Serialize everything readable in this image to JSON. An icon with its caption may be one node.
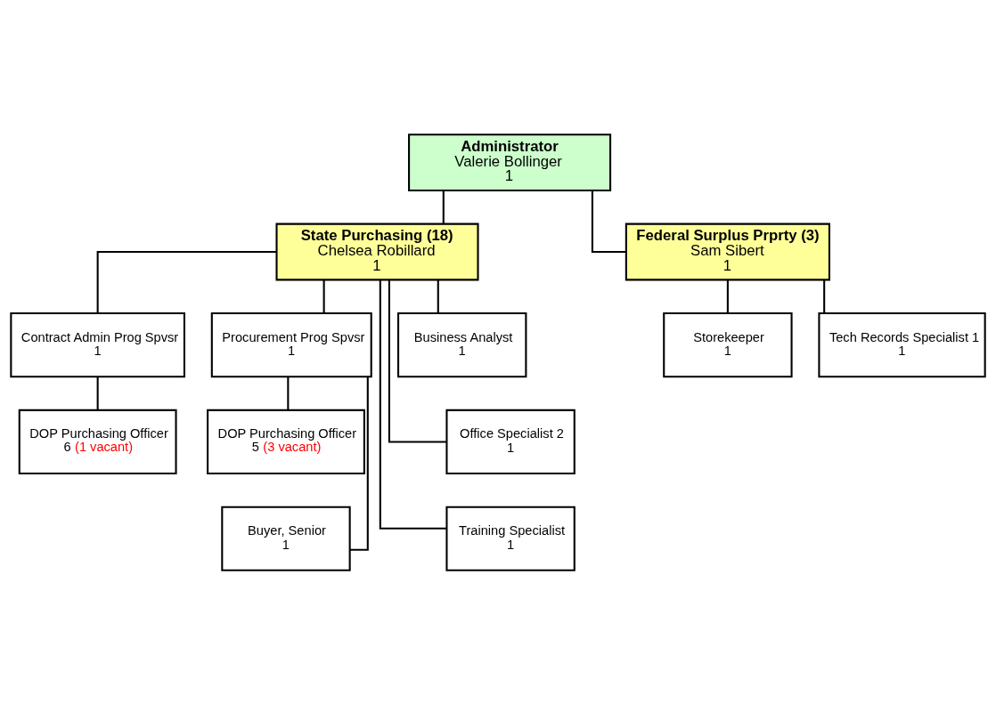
{
  "diagram": {
    "nodes": [
      {
        "text": [
          "Administrator",
          "Valerie Bollinger",
          "1"
        ]
      },
      {
        "text": [
          "State Purchasing (18)",
          "Chelsea Robillard",
          "1"
        ]
      },
      {
        "text": [
          "Federal Surplus Prprty (3)",
          "Sam Sibert",
          "1"
        ]
      },
      {
        "text": [
          "Contract Admin Prog Spvsr",
          "1"
        ]
      },
      {
        "text": [
          "Procurement Prog Spvsr",
          "1"
        ]
      },
      {
        "text": [
          "Business Analyst",
          "1"
        ]
      },
      {
        "text": [
          "Storekeeper",
          "1"
        ]
      },
      {
        "text": [
          "Tech Records Specialist 1",
          "1"
        ]
      },
      {
        "text": [
          "DOP Purchasing Officer",
          "6",
          "(1 vacant)"
        ]
      },
      {
        "text": [
          "DOP Purchasing Officer",
          "5",
          "(3 vacant)"
        ]
      },
      {
        "text": [
          "Office Specialist 2",
          "1"
        ]
      },
      {
        "text": [
          "Buyer, Senior",
          "1"
        ]
      },
      {
        "text": [
          "Training Specialist",
          "1"
        ]
      }
    ],
    "edges": [
      {
        "from": 0,
        "to": 1,
        "arrow": "none"
      },
      {
        "from": 0,
        "to": 2,
        "arrow": "none"
      },
      {
        "from": 1,
        "to": 3,
        "arrow": "none"
      },
      {
        "from": 1,
        "to": 4,
        "arrow": "none"
      },
      {
        "from": 1,
        "to": 5,
        "arrow": "none"
      },
      {
        "from": 2,
        "to": 6,
        "arrow": "none"
      },
      {
        "from": 2,
        "to": 7,
        "arrow": "none"
      },
      {
        "from": 3,
        "to": 8,
        "arrow": "none"
      },
      {
        "from": 4,
        "to": 9,
        "arrow": "none"
      },
      {
        "from": 4,
        "to": 11,
        "arrow": "none"
      },
      {
        "from": 1,
        "to": 10,
        "arrow": "none"
      },
      {
        "from": 1,
        "to": 12,
        "arrow": "none"
      }
    ]
  }
}
